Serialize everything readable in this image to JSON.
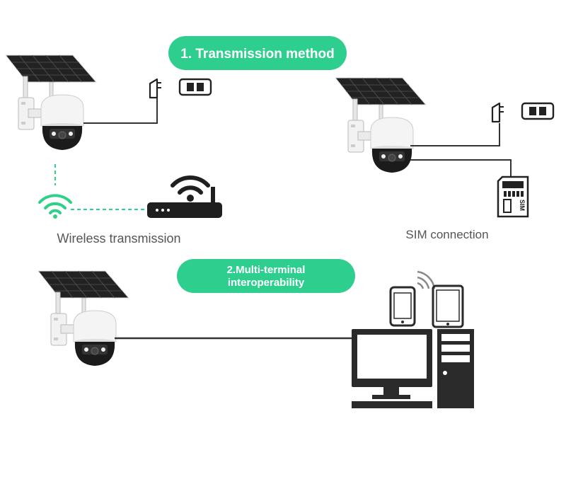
{
  "sections": {
    "transmission": {
      "title": "1. Transmission method",
      "wireless_caption": "Wireless transmission",
      "sim_caption": "SIM connection",
      "sim_card_label": "SIM"
    },
    "interoperability": {
      "title_line1": "2.Multi-terminal",
      "title_line2": "interoperability"
    }
  },
  "colors": {
    "accent_green": "#2ed08a",
    "pill_green": "#2ecf8e",
    "dark": "#2b2b2b",
    "panel": "#1e1e1e",
    "camera_white": "#f4f4f4"
  },
  "icons": [
    "solar-camera-icon",
    "power-adapter-icon",
    "wall-socket-icon",
    "wifi-icon",
    "router-icon",
    "sim-card-icon",
    "smartphone-icon",
    "tablet-icon",
    "desktop-computer-icon"
  ]
}
